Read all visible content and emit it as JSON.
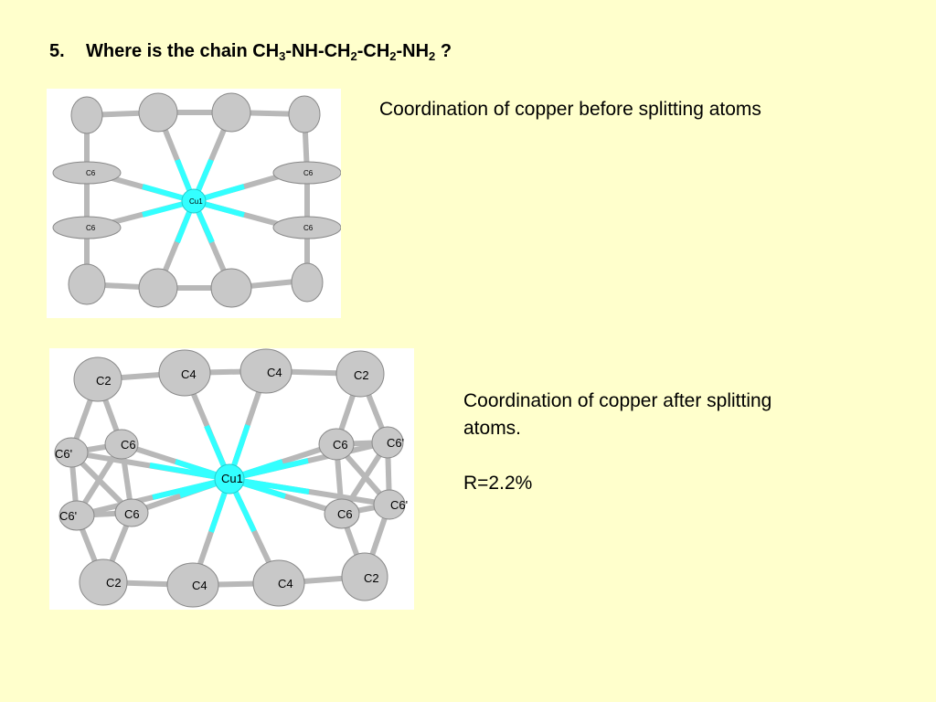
{
  "heading": {
    "number": "5.",
    "prefix": "Where is the chain CH",
    "sub1": "3",
    "part2": "-NH-CH",
    "sub2": "2",
    "part3": "-CH",
    "sub3": "2",
    "part4": "-NH",
    "sub4": "2",
    "suffix": " ?"
  },
  "captions": {
    "before": "Coordination of copper before splitting atoms",
    "after_line1": "Coordination of copper after splitting",
    "after_line2": "atoms.",
    "r_value": "R=2.2%"
  },
  "structure_before": {
    "center_label": "Cu1",
    "labels": [
      "C6",
      "C6",
      "C6",
      "C6"
    ]
  },
  "structure_after": {
    "center_label": "Cu1",
    "labels": [
      "C2",
      "C4",
      "C4",
      "C2",
      "C6'",
      "C6",
      "C6",
      "C6'",
      "C6'",
      "C6",
      "C6",
      "C6'",
      "C2",
      "C4",
      "C4",
      "C2"
    ]
  },
  "colors": {
    "background": "#ffffcc",
    "copper": "#33ffff",
    "carbon": "#c8c8c8",
    "bond": "#b8b8b8"
  }
}
